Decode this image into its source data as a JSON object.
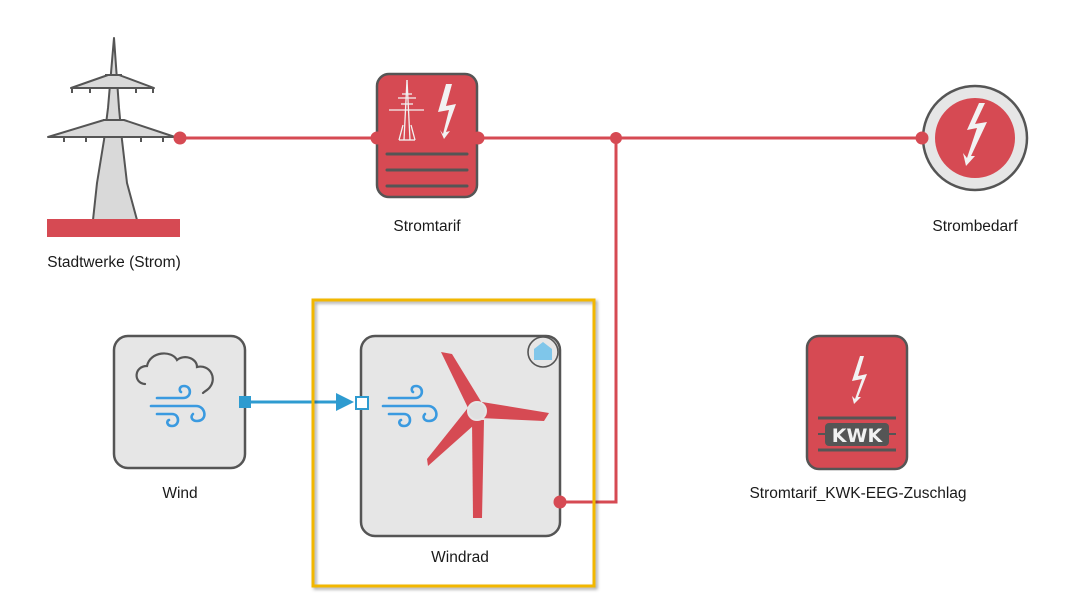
{
  "diagram": {
    "nodes": [
      {
        "id": "stadtwerke",
        "label": "Stadtwerke (Strom)",
        "icon": "power-pylon-icon"
      },
      {
        "id": "stromtarif",
        "label": "Stromtarif",
        "icon": "electricity-tariff-icon"
      },
      {
        "id": "strombedarf",
        "label": "Strombedarf",
        "icon": "lightning-demand-icon"
      },
      {
        "id": "wind",
        "label": "Wind",
        "icon": "weather-wind-icon"
      },
      {
        "id": "windrad",
        "label": "Windrad",
        "icon": "wind-turbine-icon",
        "selected": true
      },
      {
        "id": "kwk",
        "label": "Stromtarif_KWK-EEG-Zuschlag",
        "icon": "kwk-tariff-icon",
        "badge_text": "KWK"
      }
    ],
    "edges": [
      {
        "from": "stadtwerke",
        "to": "stromtarif",
        "type": "electricity"
      },
      {
        "from": "stromtarif",
        "to": "strombedarf",
        "type": "electricity"
      },
      {
        "from": "windrad",
        "to": "strombedarf",
        "type": "electricity"
      },
      {
        "from": "wind",
        "to": "windrad",
        "type": "signal"
      }
    ],
    "colors": {
      "electricity": "#d64a53",
      "signal": "#2e9bd0",
      "selection": "#f2b705",
      "node_fill": "#e6e6e6",
      "node_stroke": "#555555",
      "home_badge": "#7fc6ea"
    }
  }
}
